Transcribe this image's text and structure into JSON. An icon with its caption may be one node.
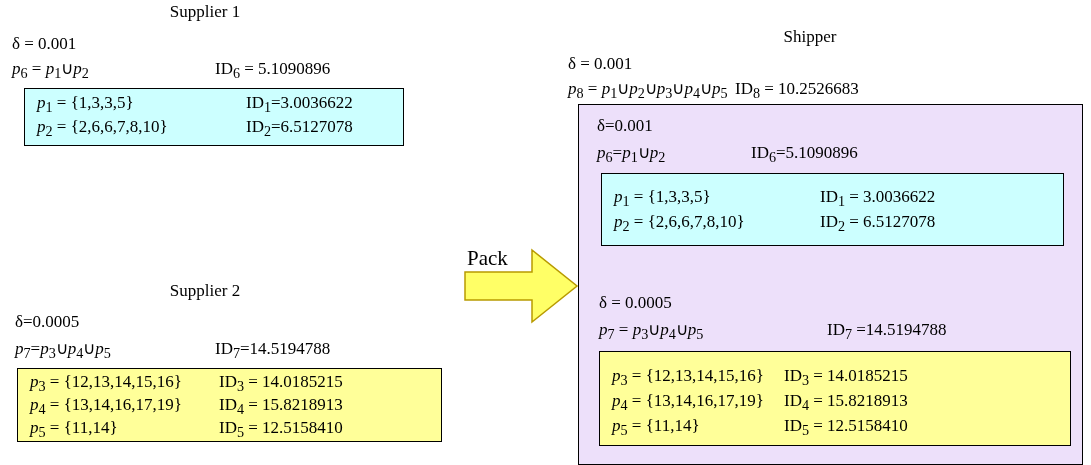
{
  "diagram": {
    "nodes": [
      {
        "text": [
          "Supplier 1",
          "δ = 0.001",
          "*p*$_{6}$ = *p*$_{1}$∪*p*$_{2}$",
          "ID$_{6}$ = 5.1090896",
          "*p*$_{1}$ = {1,3,3,5}",
          "ID$_{1}$=3.0036622",
          "*p*$_{2}$ = {2,6,6,7,8,10}",
          "ID$_{2}$=6.5127078"
        ]
      },
      {
        "text": [
          "Supplier 2",
          "δ=0.0005",
          "*p*$_{7}$=*p*$_{3}$∪*p*$_{4}$∪*p*$_{5}$",
          "ID$_{7}$=14.5194788",
          "*p*$_{3}$ = {12,13,14,15,16}",
          "ID$_{3}$ = 14.0185215",
          "*p*$_{4}$ = {13,14,16,17,19}",
          "ID$_{4}$ = 15.8218913",
          "*p*$_{5}$ = {11,14}",
          "ID$_{5}$ = 12.5158410"
        ]
      },
      {
        "text": [
          "Shipper",
          "δ = 0.001",
          "*p*$_{8}$ = *p*$_{1}$∪*p*$_{2}$∪*p*$_{3}$∪*p*$_{4}$∪*p*$_{5}$",
          "ID$_{8}$ = 10.2526683"
        ]
      },
      {
        "text": [
          "δ=0.001",
          "*p*$_{6}$=*p*$_{1}$∪*p*$_{2}$",
          "ID$_{6}$=5.1090896",
          "*p*$_{1}$ = {1,3,3,5}",
          "ID$_{1}$ = 3.0036622",
          "*p*$_{2}$ = {2,6,6,7,8,10}",
          "ID$_{2}$ = 6.5127078"
        ],
        "in": 2
      },
      {
        "text": [
          "δ = 0.0005",
          "*p*$_{7}$ = *p*$_{3}$∪*p*$_{4}$∪*p*$_{5}$",
          "ID$_{7}$ =14.5194788",
          "*p*$_{3}$ = {12,13,14,15,16}",
          "ID$_{3}$ = 14.0185215",
          "*p*$_{4}$ = {13,14,16,17,19}",
          "ID$_{4}$ = 15.8218913",
          "*p*$_{5}$ = {11,14}",
          "ID$_{5}$ = 12.5158410"
        ],
        "in": 2
      }
    ],
    "edges": [
      {
        "from": null,
        "to": 2,
        "arrow": "to",
        "label": "Pack"
      }
    ]
  }
}
